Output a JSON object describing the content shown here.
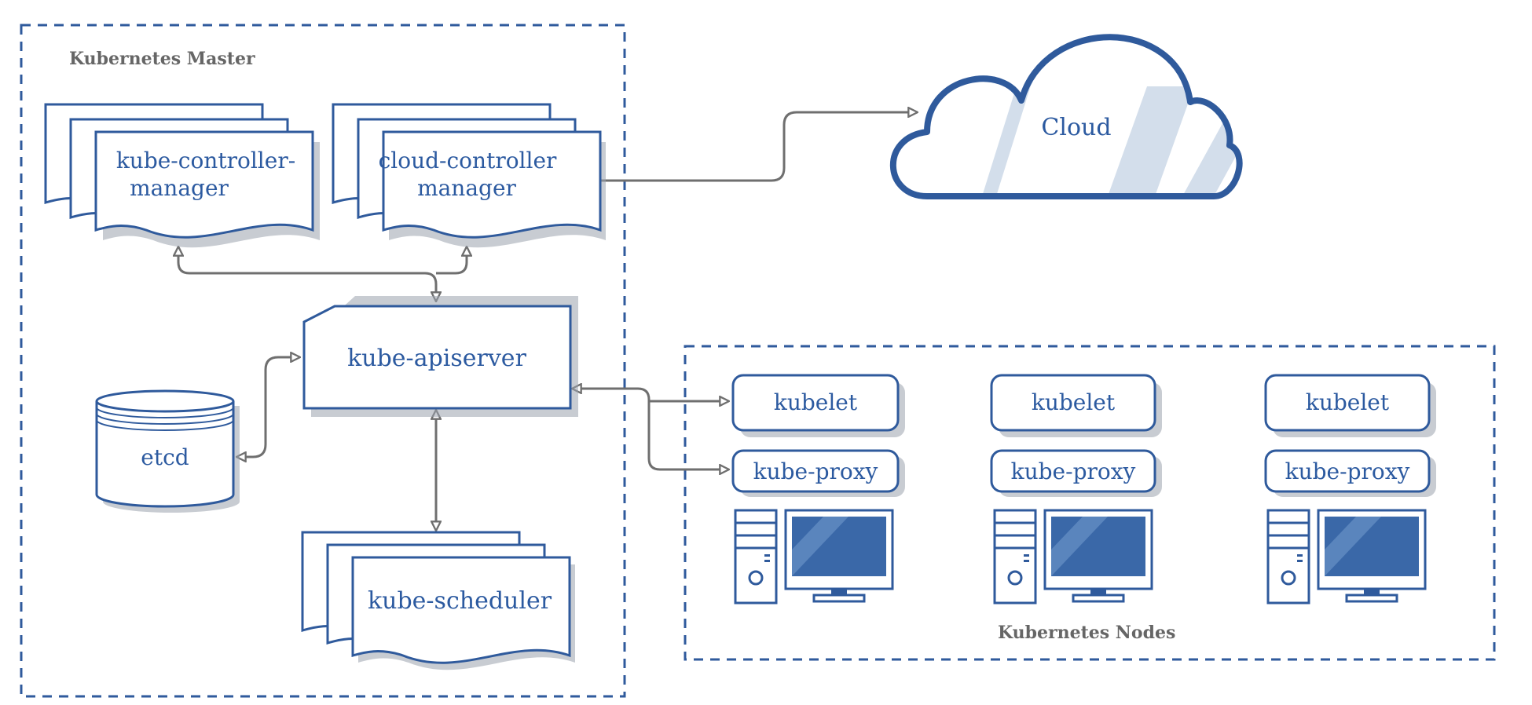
{
  "master": {
    "title": "Kubernetes Master"
  },
  "nodes_group": {
    "title": "Kubernetes Nodes"
  },
  "components": {
    "kube_controller_manager": [
      "kube-controller-",
      "manager"
    ],
    "cloud_controller_manager": [
      "cloud-controller",
      "manager"
    ],
    "kube_apiserver": "kube-apiserver",
    "etcd": "etcd",
    "kube_scheduler": "kube-scheduler"
  },
  "cloud": {
    "label": "Cloud"
  },
  "nodes": [
    {
      "kubelet": "kubelet",
      "proxy": "kube-proxy"
    },
    {
      "kubelet": "kubelet",
      "proxy": "kube-proxy"
    },
    {
      "kubelet": "kubelet",
      "proxy": "kube-proxy"
    }
  ],
  "colors": {
    "primary": "#2f5a9c",
    "text_blue": "#2c5aa0",
    "connector": "#6f6f6f",
    "screen": "#3a68a8",
    "cloud_fill": "#d3deeb"
  },
  "icons": [
    "cloud-icon",
    "computer-icon"
  ]
}
